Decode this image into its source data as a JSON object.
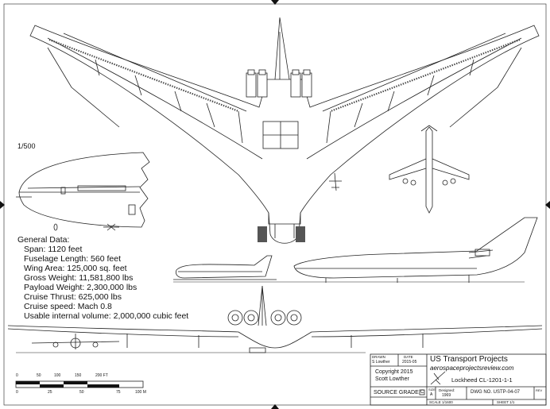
{
  "scale_note": "1/500",
  "general_data": {
    "heading": "General Data:",
    "lines": [
      "Span: 1120 feet",
      "Fuselage Length: 560 feet",
      "Wing Area: 125,000 sq. feet",
      "Gross Weight: 11,581,800 lbs",
      "Payload Weight: 2,300,000 lbs",
      "Cruise Thrust: 625,000 lbs",
      "Cruise speed: Mach 0.8",
      "Usable internal volume: 2,000,000 cubic feet"
    ]
  },
  "scale_bar": {
    "feet_ticks": [
      "0",
      "50",
      "100",
      "150",
      "200 FT"
    ],
    "meter_ticks": [
      "0",
      "25",
      "50",
      "75",
      "100 M"
    ]
  },
  "title_block": {
    "drawn_label": "DRAWN",
    "drawn_value": "S Lowther",
    "date_label": "DATE",
    "date_value": "2015-05",
    "org": "US Transport Projects",
    "website": "aerospaceprojectsreview.com",
    "copyright_1": "Copyright 2015",
    "copyright_2": "Scott Lowther",
    "source_grade": "SOURCE GRADE",
    "source_grade_value": "C",
    "drawing_title": "Lockheed CL-1201-1-1",
    "size_label": "SIZE",
    "size_value": "A",
    "designed_label": "Designed:",
    "designed_value": "1969",
    "dwg_no": "DWG NO. USTP-04-07",
    "rev_label": "REV",
    "scale_text": "SCALE 1/1600",
    "sheet_text": "SHEET 1/1"
  },
  "colors": {
    "line": "#222222",
    "paper": "#ffffff"
  }
}
